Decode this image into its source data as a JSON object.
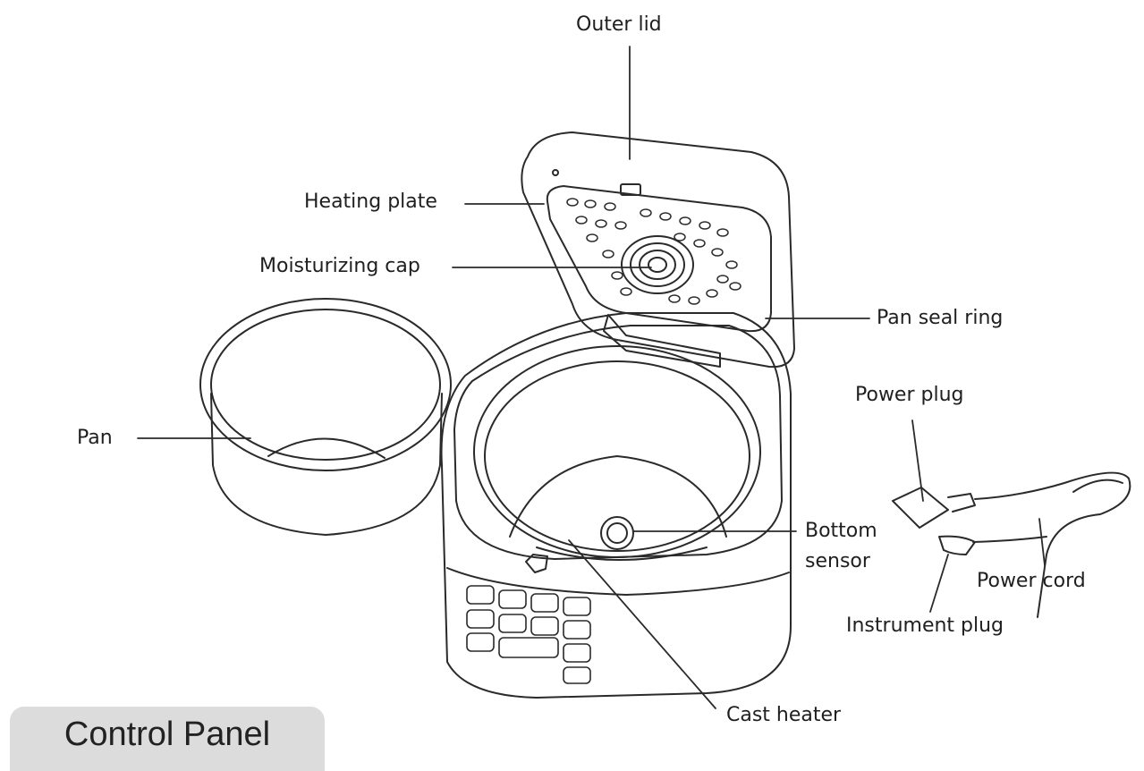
{
  "labels": {
    "outer_lid": "Outer lid",
    "heating_plate": "Heating plate",
    "moisturizing_cap": "Moisturizing cap",
    "pan_seal_ring": "Pan seal ring",
    "pan": "Pan",
    "power_plug": "Power plug",
    "bottom_sensor_line1": "Bottom",
    "bottom_sensor_line2": "sensor",
    "power_cord": "Power cord",
    "instrument_plug": "Instrument plug",
    "cast_heater": "Cast heater"
  },
  "section_tab": "Control Panel"
}
